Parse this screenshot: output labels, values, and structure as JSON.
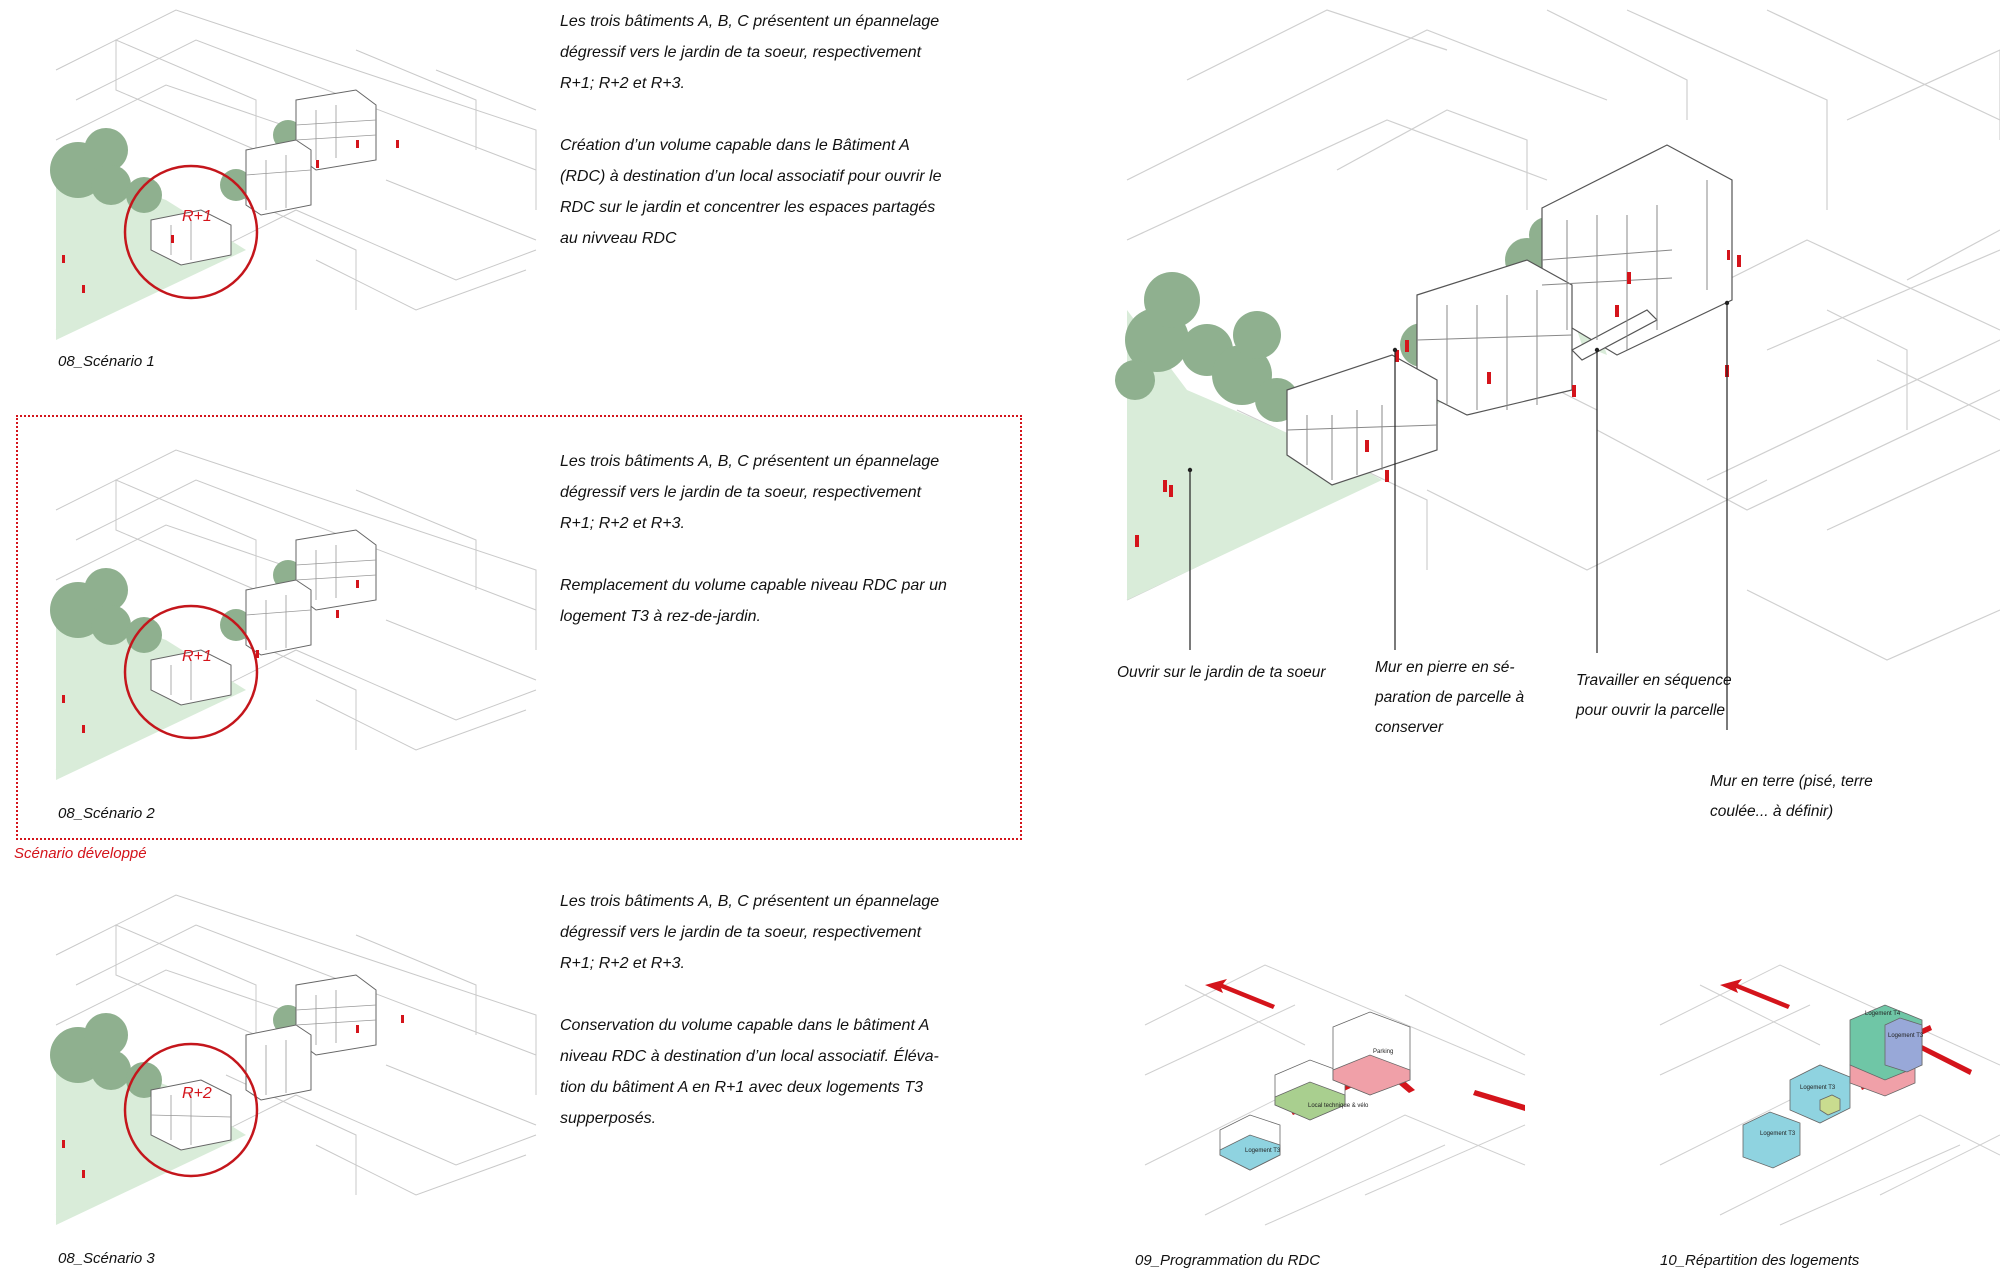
{
  "scenario1": {
    "caption": "08_Scénario 1",
    "circle_label": "R+1",
    "para1": "Les trois bâtiments A, B, C présentent un épannelage\ndégressif vers le jardin de ta soeur, respectivement\nR+1; R+2 et R+3.",
    "para2": "Création d’un volume capable dans le Bâtiment A\n(RDC) à destination d’un local associatif pour ouvrir le\nRDC sur le jardin et concentrer les espaces partagés\nau nivveau RDC"
  },
  "scenario2": {
    "caption": "08_Scénario 2",
    "circle_label": "R+1",
    "para1": "Les trois bâtiments A, B, C présentent un épannelage\ndégressif vers le jardin de ta soeur, respectivement\nR+1; R+2 et R+3.",
    "para2": "Remplacement du volume capable niveau RDC par un\nlogement T3 à rez-de-jardin.",
    "developed_label": "Scénario développé"
  },
  "scenario3": {
    "caption": "08_Scénario 3",
    "circle_label": "R+2",
    "para1": "Les trois bâtiments A, B, C présentent un épannelage\ndégressif vers le jardin de ta soeur, respectivement\nR+1; R+2 et R+3.",
    "para2": "Conservation du volume capable dans le bâtiment A\nniveau RDC à destination d’un local associatif. Éléva-\ntion du bâtiment A en R+1 avec deux logements T3\nsupperposés."
  },
  "main_axo": {
    "callouts": [
      "Ouvrir sur le jardin de ta soeur",
      "Mur en pierre en sé-\nparation de parcelle à\nconserver",
      "Travailler en séquence\npour ouvrir la parcelle",
      "Mur en terre (pisé, terre\ncoulée... à définir)"
    ]
  },
  "diagram09": {
    "caption": "09_Programmation du RDC",
    "labels": [
      "Logement T3",
      "Local technique & vélo",
      "Parking"
    ]
  },
  "diagram10": {
    "caption": "10_Répartition des logements",
    "labels": [
      "Logement T3",
      "Logement T3",
      "Logement T3",
      "Logement T4"
    ]
  },
  "colors": {
    "accent_red": "#d4141b",
    "garden_green": "#d9ecd9",
    "tree_green": "#8fb08f",
    "housing_blue": "#8fd3e0",
    "parking_pink": "#f0a0a8",
    "technical_green": "#a9cf8f",
    "t4_teal": "#6fc6a6"
  }
}
